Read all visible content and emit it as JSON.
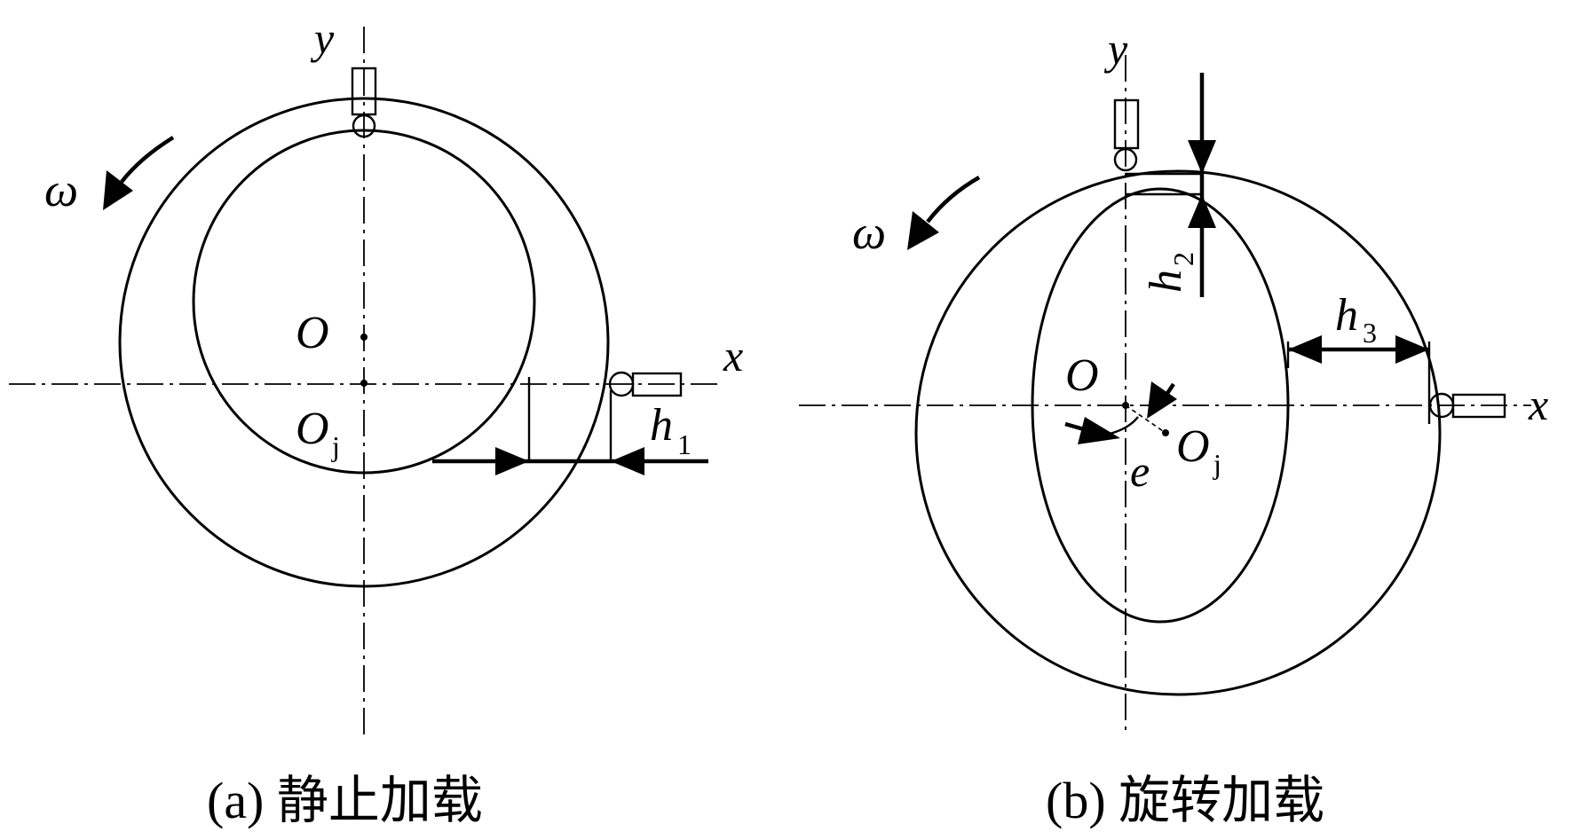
{
  "panel_a": {
    "axis_x": "x",
    "axis_y": "y",
    "omega": "ω",
    "center_o": "O",
    "center_oj": "O",
    "center_oj_sub": "j",
    "gap_label": "h",
    "gap_sub": "1",
    "caption": "(a) 静止加载"
  },
  "panel_b": {
    "axis_x": "x",
    "axis_y": "y",
    "omega": "ω",
    "center_o": "O",
    "center_oj": "O",
    "center_oj_sub": "j",
    "ecc": "e",
    "gap2_label": "h",
    "gap2_sub": "2",
    "gap3_label": "h",
    "gap3_sub": "3",
    "caption": "(b) 旋转加载"
  }
}
